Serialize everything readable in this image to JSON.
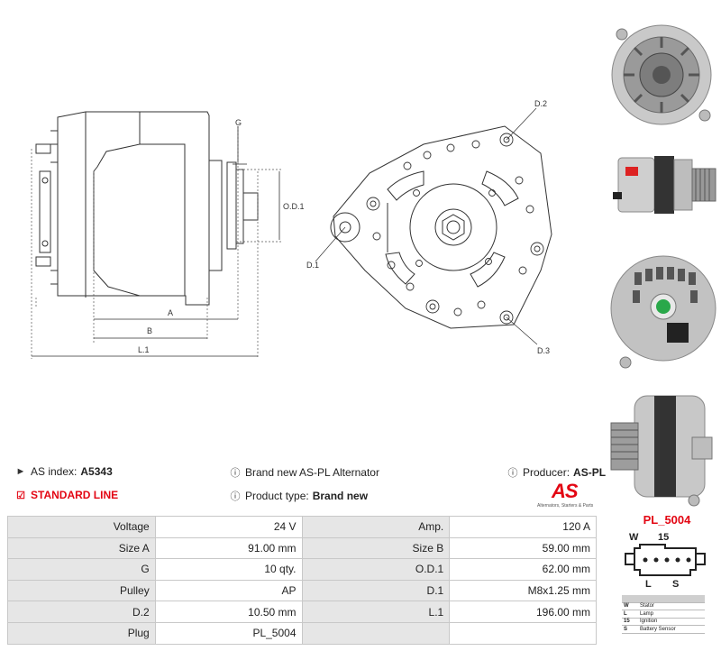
{
  "drawing": {
    "labels": {
      "g": "G",
      "od1": "O.D.1",
      "a": "A",
      "b": "B",
      "l1": "L.1",
      "d1": "D.1",
      "d2": "D.2",
      "d3": "D.3"
    }
  },
  "info": {
    "as_index_label": "AS index:",
    "as_index_value": "A5343",
    "standard_line": "STANDARD LINE",
    "brand_text": "Brand new AS-PL Alternator",
    "product_type_label": "Product type:",
    "product_type_value": "Brand new",
    "producer_label": "Producer:",
    "producer_value": "AS-PL"
  },
  "logo": {
    "mark": "AS",
    "tagline": "Alternators, Starters & Parts"
  },
  "specs": {
    "rows": [
      {
        "k1": "Voltage",
        "v1": "24 V",
        "k2": "Amp.",
        "v2": "120 A"
      },
      {
        "k1": "Size A",
        "v1": "91.00 mm",
        "k2": "Size B",
        "v2": "59.00 mm"
      },
      {
        "k1": "G",
        "v1": "10 qty.",
        "k2": "O.D.1",
        "v2": "62.00 mm"
      },
      {
        "k1": "Pulley",
        "v1": "AP",
        "k2": "D.1",
        "v2": "M8x1.25 mm"
      },
      {
        "k1": "D.2",
        "v1": "10.50 mm",
        "k2": "L.1",
        "v2": "196.00 mm"
      },
      {
        "k1": "Plug",
        "v1": "PL_5004",
        "k2": "",
        "v2": ""
      }
    ]
  },
  "plug": {
    "title": "PL_5004",
    "pin_w": "W",
    "pin_15": "15",
    "pin_l": "L",
    "pin_s": "S"
  },
  "legend": {
    "rows": [
      {
        "code": "W",
        "desc": "Stator"
      },
      {
        "code": "L",
        "desc": "Lamp"
      },
      {
        "code": "15",
        "desc": "Ignition"
      },
      {
        "code": "S",
        "desc": "Battery Sensor"
      }
    ]
  }
}
